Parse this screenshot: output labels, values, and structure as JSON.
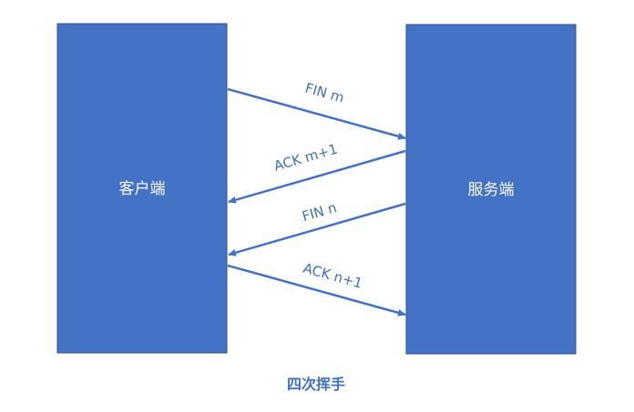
{
  "colors": {
    "box_fill": "#4472c4",
    "box_stroke": "#2f528f",
    "arrow": "#4472c4",
    "text": "#3f6fc0"
  },
  "client": {
    "label": "客户端"
  },
  "server": {
    "label": "服务端"
  },
  "messages": [
    {
      "label": "FIN m",
      "from": "client",
      "to": "server"
    },
    {
      "label": "ACK m+1",
      "from": "server",
      "to": "client"
    },
    {
      "label": "FIN n",
      "from": "server",
      "to": "client"
    },
    {
      "label": "ACK n+1",
      "from": "client",
      "to": "server"
    }
  ],
  "caption": "四次挥手"
}
